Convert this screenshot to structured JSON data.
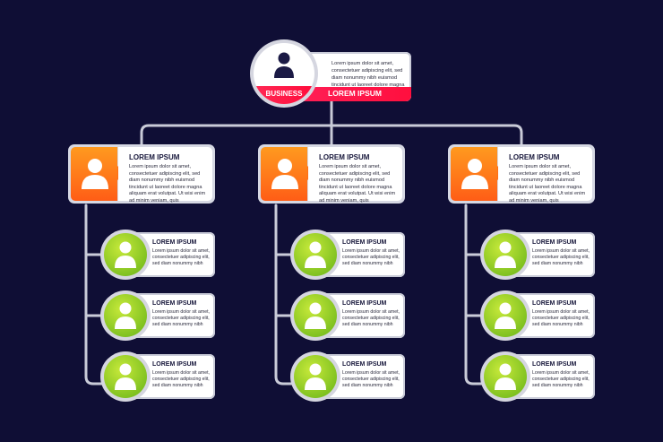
{
  "root": {
    "badge": "BUSINESS",
    "title": "LOREM IPSUM",
    "description": "Lorem ipsum dolor sit amet, consectetuer adipiscing elit, sed diam nonummy nibh euismod tincidunt ut laoreet dolore magna aliquam erat volutpat."
  },
  "managers": [
    {
      "title": "LOREM IPSUM",
      "description": "Lorem ipsum dolor sit amet, consectetuer adipiscing elit, sed diam nonummy nibh euismod tincidunt ut laoreet dolore magna aliquam erat volutpat. Ut wisi enim ad minim veniam, quis",
      "staff": [
        {
          "title": "LOREM IPSUM",
          "description": "Lorem ipsum dolor sit amet, consectetuer adipiscing elit, sed diam nonummy nibh"
        },
        {
          "title": "LOREM IPSUM",
          "description": "Lorem ipsum dolor sit amet, consectetuer adipiscing elit, sed diam nonummy nibh"
        },
        {
          "title": "LOREM IPSUM",
          "description": "Lorem ipsum dolor sit amet, consectetuer adipiscing elit, sed diam nonummy nibh"
        }
      ]
    },
    {
      "title": "LOREM IPSUM",
      "description": "Lorem ipsum dolor sit amet, consectetuer adipiscing elit, sed diam nonummy nibh euismod tincidunt ut laoreet dolore magna aliquam erat volutpat. Ut wisi enim ad minim veniam, quis",
      "staff": [
        {
          "title": "LOREM IPSUM",
          "description": "Lorem ipsum dolor sit amet, consectetuer adipiscing elit, sed diam nonummy nibh"
        },
        {
          "title": "LOREM IPSUM",
          "description": "Lorem ipsum dolor sit amet, consectetuer adipiscing elit, sed diam nonummy nibh"
        },
        {
          "title": "LOREM IPSUM",
          "description": "Lorem ipsum dolor sit amet, consectetuer adipiscing elit, sed diam nonummy nibh"
        }
      ]
    },
    {
      "title": "LOREM IPSUM",
      "description": "Lorem ipsum dolor sit amet, consectetuer adipiscing elit, sed diam nonummy nibh euismod tincidunt ut laoreet dolore magna aliquam erat volutpat. Ut wisi enim ad minim veniam, quis",
      "staff": [
        {
          "title": "LOREM IPSUM",
          "description": "Lorem ipsum dolor sit amet, consectetuer adipiscing elit, sed diam nonummy nibh"
        },
        {
          "title": "LOREM IPSUM",
          "description": "Lorem ipsum dolor sit amet, consectetuer adipiscing elit, sed diam nonummy nibh"
        },
        {
          "title": "LOREM IPSUM",
          "description": "Lorem ipsum dolor sit amet, consectetuer adipiscing elit, sed diam nonummy nibh"
        }
      ]
    }
  ],
  "colors": {
    "background": "#0f0e35",
    "connector": "#c9cbd8",
    "root_accent": "#ff1f56",
    "manager_accent": "#ff7a1a",
    "staff_accent": "#9bd12a"
  },
  "icons": {
    "person": "person-icon"
  }
}
